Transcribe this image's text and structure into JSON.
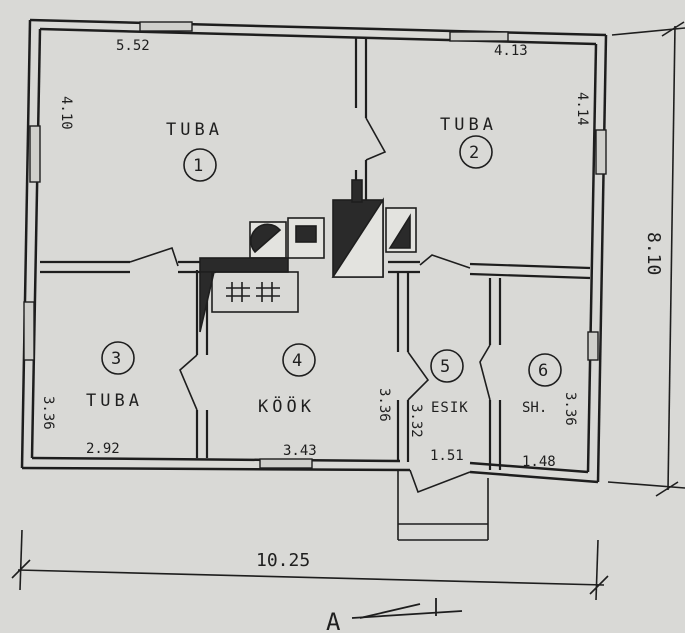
{
  "rooms": [
    {
      "id": "1",
      "name": "TUBA"
    },
    {
      "id": "2",
      "name": "TUBA"
    },
    {
      "id": "3",
      "name": "TUBA"
    },
    {
      "id": "4",
      "name": "KÖÖK"
    },
    {
      "id": "5",
      "name": "ESIK"
    },
    {
      "id": "6",
      "name": "SH."
    }
  ],
  "dimensions": {
    "room1_width": "5.52",
    "room1_height": "4.10",
    "room2_width": "4.13",
    "room2_height": "4.14",
    "room3_height": "3.36",
    "room3_width": "2.92",
    "kitchen_width": "3.43",
    "kitchen_height": "3.36",
    "hall_height": "3.32",
    "hall_width": "1.51",
    "bath_height": "3.36",
    "bath_width": "1.48",
    "total_width": "10.25",
    "total_height": "8.10"
  },
  "section_mark": "A"
}
